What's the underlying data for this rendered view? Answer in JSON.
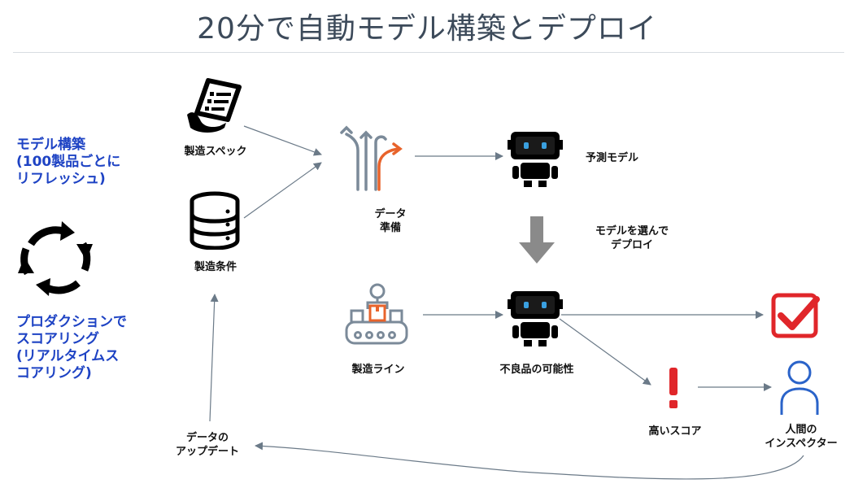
{
  "title": "20分で自動モデル構築とデプロイ",
  "left": {
    "model_build": "モデル構築\n(100製品ごとに\nリフレッシュ)",
    "production_scoring": "プロダクションで\nスコアリング\n(リアルタイムス\nコアリング)"
  },
  "nodes": {
    "spec": "製造スペック",
    "conditions": "製造条件",
    "data_prep": "データ\n準備",
    "predict_model": "予測モデル",
    "select_deploy": "モデルを選んで\nデプロイ",
    "production_line": "製造ライン",
    "defect_possibility": "不良品の可能性",
    "high_score": "高いスコア",
    "inspector": "人間の\nインスペクター",
    "data_update": "データの\nアップデート"
  },
  "colors": {
    "blue_text": "#1e43c4",
    "orange": "#e8632b",
    "red": "#e0262a",
    "arrow": "#6b7a88",
    "robot_eye": "#3aa0e0",
    "person": "#2a63c9"
  },
  "icons": [
    "document-icon",
    "database-icon",
    "data-prep-arrows-icon",
    "robot-icon",
    "down-arrow-icon",
    "conveyor-robot-icon",
    "checkmark-icon",
    "exclamation-icon",
    "person-icon",
    "cycle-icon"
  ]
}
